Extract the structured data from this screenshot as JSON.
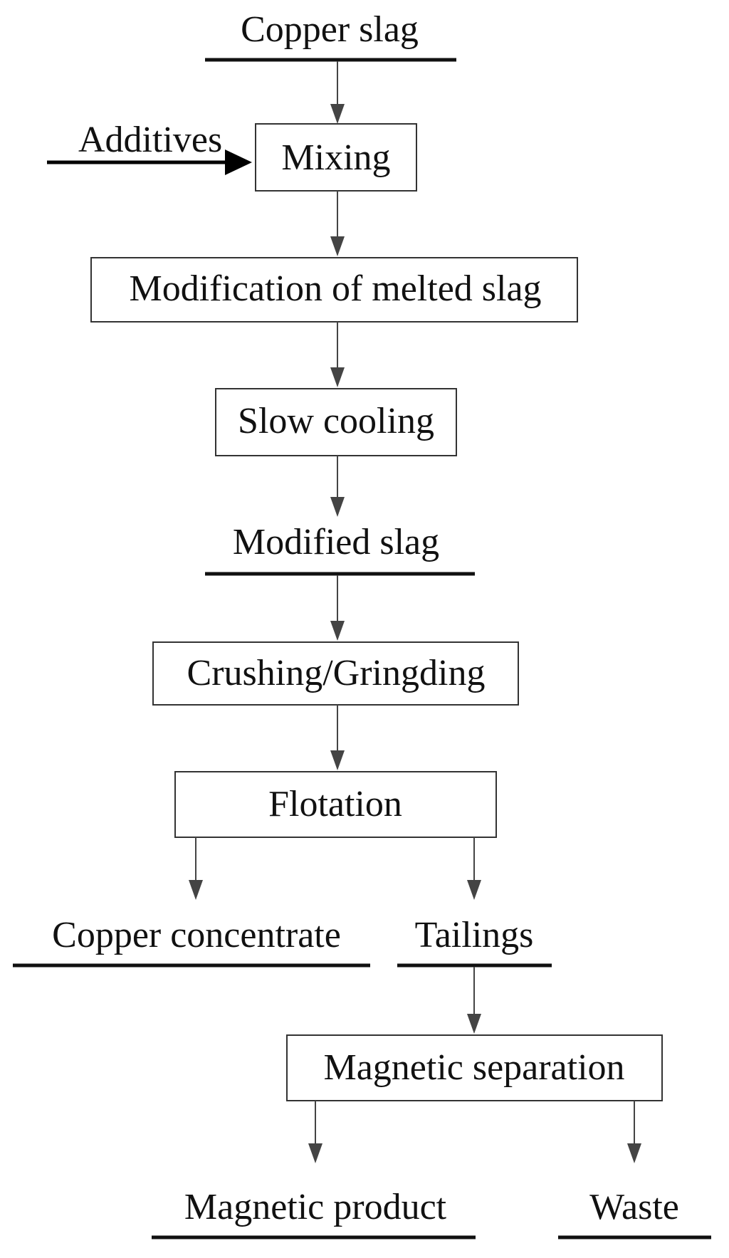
{
  "diagram": {
    "nodes": {
      "copper_slag": "Copper slag",
      "additives": "Additives",
      "mixing": "Mixing",
      "modification": "Modification of melted slag",
      "slow_cooling": "Slow cooling",
      "modified_slag": "Modified slag",
      "crushing": "Crushing/Gringding",
      "flotation": "Flotation",
      "copper_concentrate": "Copper concentrate",
      "tailings": "Tailings",
      "magnetic_separation": "Magnetic separation",
      "magnetic_product": "Magnetic product",
      "waste": "Waste"
    },
    "edges": [
      {
        "from": "copper_slag",
        "to": "mixing"
      },
      {
        "from": "additives",
        "to": "mixing"
      },
      {
        "from": "mixing",
        "to": "modification"
      },
      {
        "from": "modification",
        "to": "slow_cooling"
      },
      {
        "from": "slow_cooling",
        "to": "modified_slag"
      },
      {
        "from": "modified_slag",
        "to": "crushing"
      },
      {
        "from": "crushing",
        "to": "flotation"
      },
      {
        "from": "flotation",
        "to": "copper_concentrate"
      },
      {
        "from": "flotation",
        "to": "tailings"
      },
      {
        "from": "tailings",
        "to": "magnetic_separation"
      },
      {
        "from": "magnetic_separation",
        "to": "magnetic_product"
      },
      {
        "from": "magnetic_separation",
        "to": "waste"
      }
    ]
  }
}
